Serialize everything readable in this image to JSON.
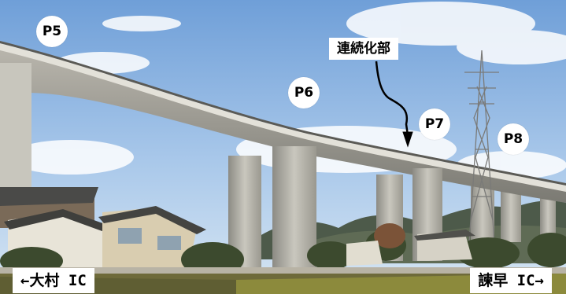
{
  "pier_labels": [
    "P5",
    "P6",
    "P7",
    "P8"
  ],
  "connection_label": "連続化部",
  "interchange_left": "←大村 IC",
  "interchange_right": "諫早 IC→",
  "icons": [
    "arrow-down-icon"
  ]
}
